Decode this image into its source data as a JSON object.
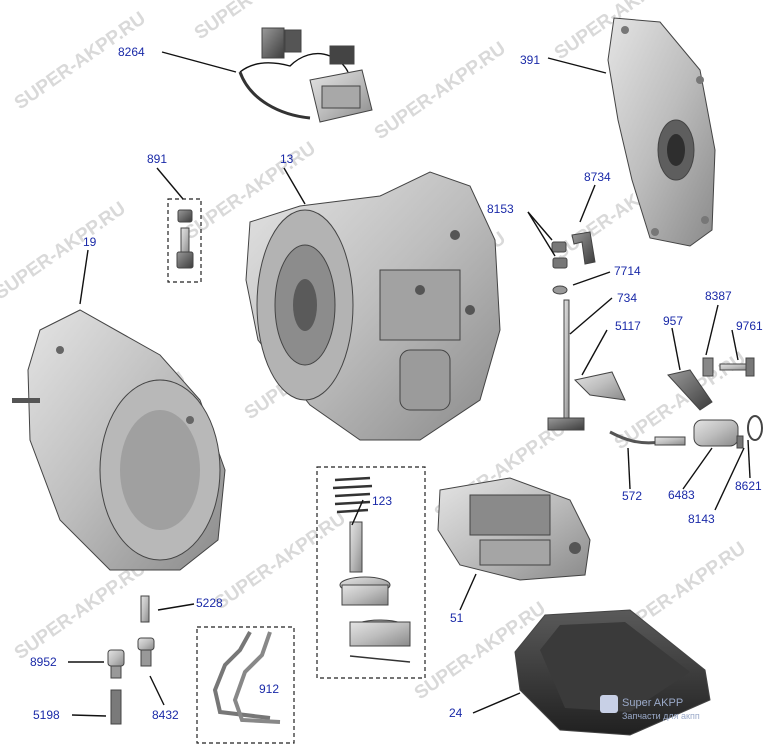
{
  "watermark": "SUPER-AKPP.RU",
  "logo_text": "Super AKPP",
  "logo_sub": "Запчасти для акпп",
  "callouts": {
    "c8264": "8264",
    "c391": "391",
    "c891": "891",
    "c13": "13",
    "c8734": "8734",
    "c8153": "8153",
    "c7714": "7714",
    "c734": "734",
    "c19": "19",
    "c957": "957",
    "c8387": "8387",
    "c5117": "5117",
    "c9761": "9761",
    "c123": "123",
    "c572": "572",
    "c6483": "6483",
    "c8621": "8621",
    "c8143": "8143",
    "c51": "51",
    "c5228": "5228",
    "c8952": "8952",
    "c912": "912",
    "c8432": "8432",
    "c5198": "5198",
    "c24": "24"
  }
}
